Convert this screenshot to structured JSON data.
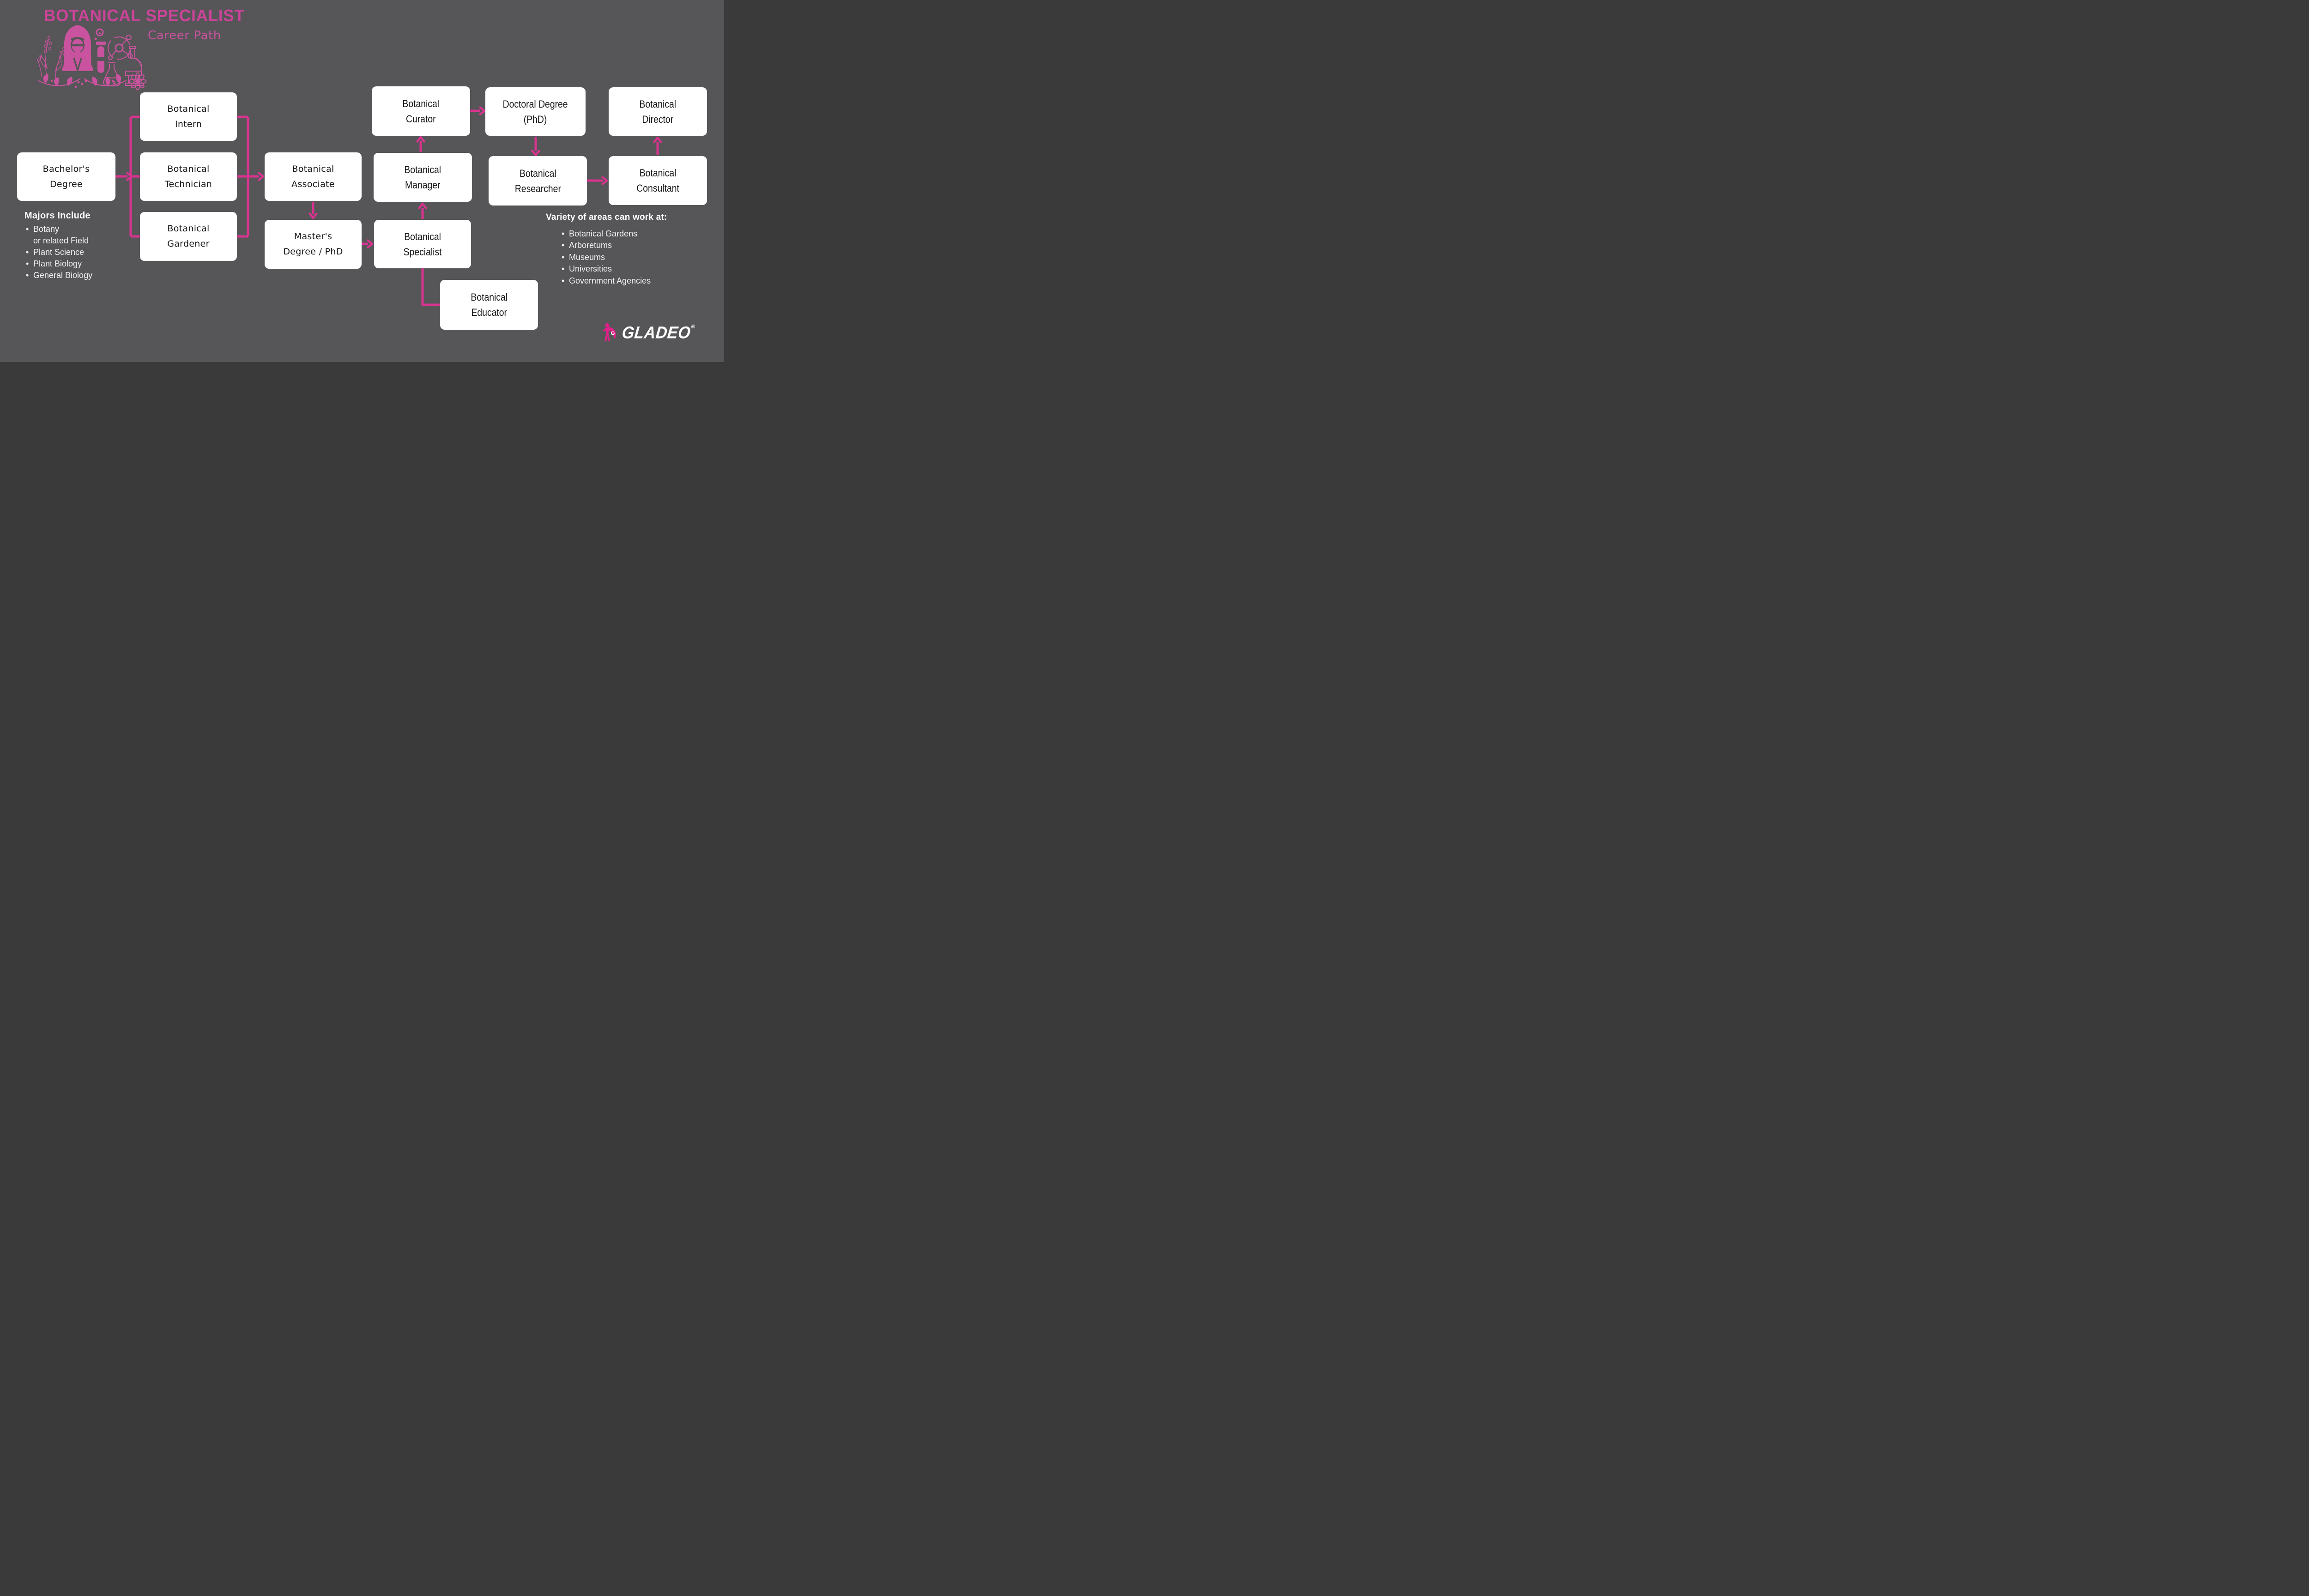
{
  "header": {
    "title": "BOTANICAL SPECIALIST",
    "subtitle": "Career Path"
  },
  "nodes": {
    "bachelors": {
      "label": "Bachelor's\nDegree"
    },
    "intern": {
      "label": "Botanical\nIntern"
    },
    "technician": {
      "label": "Botanical\nTechnician"
    },
    "gardener": {
      "label": "Botanical\nGardener"
    },
    "associate": {
      "label": "Botanical\nAssociate"
    },
    "masters": {
      "label": "Master's\nDegree / PhD"
    },
    "curator": {
      "label": "Botanical\nCurator"
    },
    "manager": {
      "label": "Botanical\nManager"
    },
    "specialist": {
      "label": "Botanical\nSpecialist"
    },
    "educator": {
      "label": "Botanical\nEducator"
    },
    "doctoral": {
      "label": "Doctoral Degree\n(PhD)"
    },
    "researcher": {
      "label": "Botanical\nResearcher"
    },
    "director": {
      "label": "Botanical\nDirector"
    },
    "consultant": {
      "label": "Botanical\nConsultant"
    }
  },
  "majors": {
    "heading": "Majors Include",
    "bullet": "•",
    "items": [
      "Botany\nor related Field",
      "Plant Science",
      "Plant Biology",
      "General Biology"
    ]
  },
  "areas": {
    "heading": "Variety of areas can work at:",
    "bullet": "•",
    "items": [
      "Botanical Gardens",
      "Arboretums",
      "Museums",
      "Universities",
      "Government Agencies"
    ]
  },
  "logo": {
    "brand": "GLADEO",
    "registered": "®"
  },
  "colors": {
    "background": "#565557",
    "node_fill": "#ffffff",
    "node_text": "#161616",
    "arrow_pink": "#d8348f",
    "title_pink": "#cc4499",
    "illustration_pink": "#c9539e",
    "logo_pink": "#e0218a",
    "list_text": "#f2f2f2"
  }
}
